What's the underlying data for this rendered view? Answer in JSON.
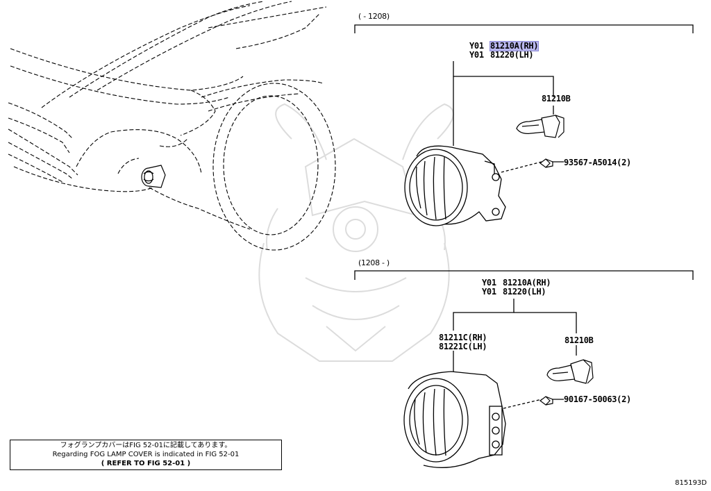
{
  "top_group": {
    "range": "(    - 1208)",
    "code_a": "Y01",
    "part_a": "81210A(RH)",
    "code_b": "Y01",
    "part_b": "81220(LH)",
    "bulb": "81210B",
    "screw": "93567-A5014(2)"
  },
  "bottom_group": {
    "range": "(1208 -    )",
    "code_a": "Y01",
    "part_a": "81210A(RH)",
    "code_b": "Y01",
    "part_b": "81220(LH)",
    "sub_a": "81211C(RH)",
    "sub_b": "81221C(LH)",
    "bulb": "81210B",
    "screw": "90167-50063(2)"
  },
  "note": {
    "line1": "フォグランプカバーはFIG 52-01に記載してあります。",
    "line2": "Regarding FOG LAMP COVER is indicated in FIG 52-01",
    "line3": "(   REFER TO FIG 52-01   )"
  },
  "figure_id": "815193D",
  "colors": {
    "highlight": "#b9b7ee",
    "line": "#000000",
    "watermark": "#dcdcdc"
  }
}
